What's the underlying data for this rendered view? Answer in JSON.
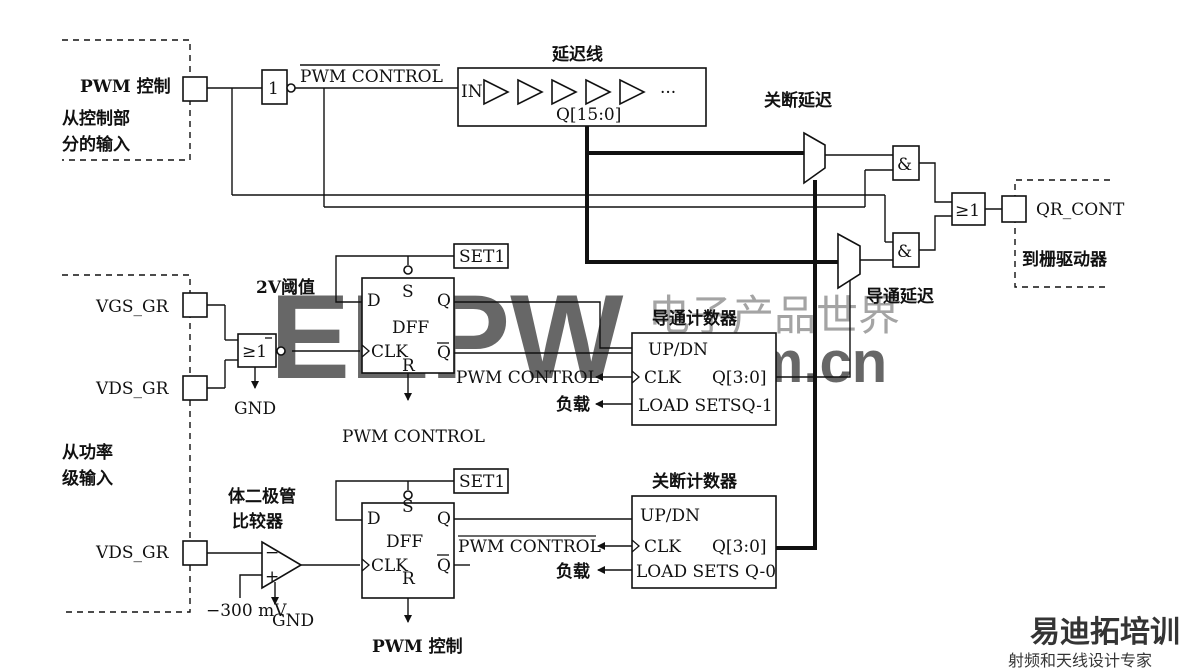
{
  "labels": {
    "pwm_ctrl_in": "PWM 控制",
    "from_ctrl_1": "从控制部",
    "from_ctrl_2": "分的输入",
    "not_gate": "1",
    "pwm_control_top": "PWM CONTROL",
    "delay_line": "延迟线",
    "in": "IN",
    "q_15_0": "Q[15:0]",
    "ellipsis": "···",
    "off_delay": "关断延迟",
    "and_gate": "&",
    "or_gate": "≥1",
    "qr_cont": "QR_CONT",
    "to_gate_driver": "到栅驱动器",
    "on_delay": "导通延迟",
    "vgs_gr": "VGS_GR",
    "vds_gr_1": "VDS_GR",
    "threshold_2v": "2V阈值",
    "gnd_1": "GND",
    "set1_1": "SET1",
    "d": "D",
    "s": "S",
    "q": "Q",
    "dff": "DFF",
    "clk": "CLK",
    "r": "R",
    "qbar": "Q",
    "on_counter": "导通计数器",
    "up_dn": "UP/DN",
    "q_3_0": "Q[3:0]",
    "pwm_control": "PWM CONTROL",
    "load": "负载",
    "load_setsq1": "LOAD SETSQ-1",
    "from_power_1": "从功率",
    "from_power_2": "级输入",
    "diode_cmp_1": "体二极管",
    "diode_cmp_2": "比较器",
    "vds_gr_2": "VDS_GR",
    "minus": "−",
    "plus": "+",
    "mv300": "−300 mV",
    "gnd_2": "GND",
    "set1_2": "SET1",
    "off_counter": "关断计数器",
    "load_sets_q0": "LOAD SETS Q-0",
    "pwm_ctrl_bottom": "PWM 控制"
  },
  "watermark": {
    "logo": "EEPW",
    "domain": ".com.cn",
    "cn_text": "电子产品世界",
    "corner_1": "易迪拓培训",
    "corner_2": "射频和天线设计专家",
    "logo_color": "#e0474c",
    "corner_color": "#d8282a"
  },
  "colors": {
    "line": "#111111",
    "background": "#ffffff"
  }
}
